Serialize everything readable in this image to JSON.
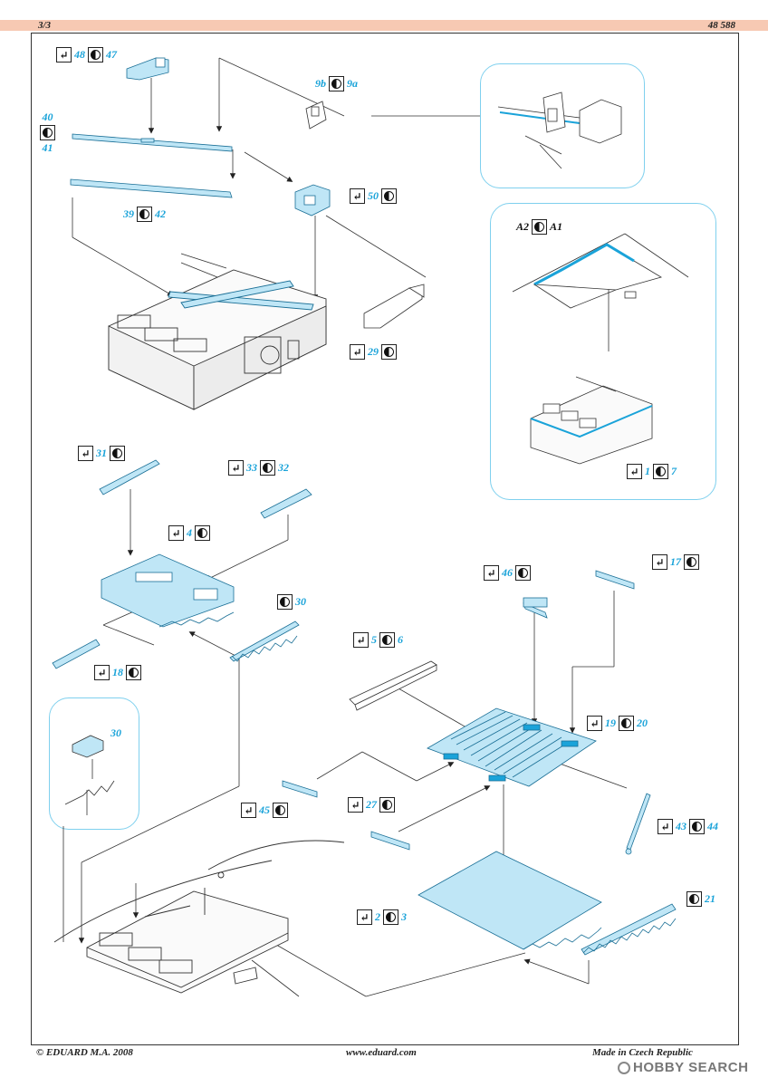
{
  "header": {
    "page": "3/3",
    "set_number": "48 588"
  },
  "footer": {
    "copyright": "© EDUARD  M.A. 2008",
    "website": "www.eduard.com",
    "origin": "Made in Czech Republic"
  },
  "watermark": {
    "text": "HOBBY SEARCH"
  },
  "colors": {
    "pe_blue": "#1aa3d9",
    "part_fill": "#bfe6f6",
    "header_bar": "#f7c9b3",
    "inset_border": "#7fd0ee"
  },
  "icons": {
    "bend": "bend-icon",
    "etch": "etch-fret-icon"
  },
  "labels": {
    "l48_47": {
      "a": "48",
      "b": "47"
    },
    "l40_41": {
      "a": "40",
      "b": "41"
    },
    "l39_42": {
      "a": "39",
      "b": "42"
    },
    "l9b_9a": {
      "a": "9b",
      "b": "9a"
    },
    "l50": {
      "a": "50"
    },
    "l29": {
      "a": "29"
    },
    "lA2_A1": {
      "a": "A2",
      "b": "A1"
    },
    "l1_7": {
      "a": "1",
      "b": "7"
    },
    "l31": {
      "a": "31"
    },
    "l33_32": {
      "a": "33",
      "b": "32"
    },
    "l4": {
      "a": "4"
    },
    "l30a": {
      "a": "30"
    },
    "l18": {
      "a": "18"
    },
    "l30b": {
      "a": "30"
    },
    "l46": {
      "a": "46"
    },
    "l17": {
      "a": "17"
    },
    "l5_6": {
      "a": "5",
      "b": "6"
    },
    "l19_20": {
      "a": "19",
      "b": "20"
    },
    "l45": {
      "a": "45"
    },
    "l27": {
      "a": "27"
    },
    "l43_44": {
      "a": "43",
      "b": "44"
    },
    "l2_3": {
      "a": "2",
      "b": "3"
    },
    "l21": {
      "a": "21"
    }
  }
}
